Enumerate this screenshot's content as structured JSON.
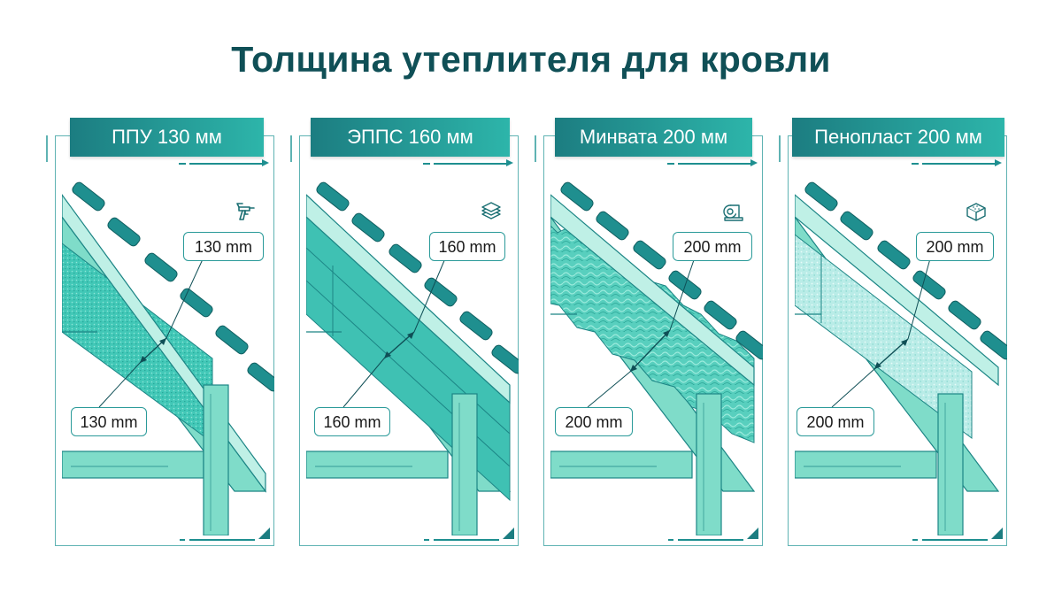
{
  "title": "Толщина утеплителя для кровли",
  "colors": {
    "title": "#0f4f56",
    "label_from": "#1c7d81",
    "label_to": "#2db5aa",
    "frame": "#5fb3b3",
    "tile": "#1f8f8f",
    "insulation": "#4fd1c0",
    "wood": "#7fdcc9"
  },
  "panels": [
    {
      "label": "ППУ 130 мм",
      "dim_top": "130 mm",
      "dim_bottom": "130 mm",
      "icon": "spray-gun-icon",
      "material": "ppu"
    },
    {
      "label": "ЭППС 160 мм",
      "dim_top": "160 mm",
      "dim_bottom": "160 mm",
      "icon": "stacked-boards-icon",
      "material": "epps"
    },
    {
      "label": "Минвата 200 мм",
      "dim_top": "200 mm",
      "dim_bottom": "200 mm",
      "icon": "roll-icon",
      "material": "minvata"
    },
    {
      "label": "Пенопласт 200 мм",
      "dim_top": "200 mm",
      "dim_bottom": "200 mm",
      "icon": "foam-block-icon",
      "material": "penoplast"
    }
  ]
}
